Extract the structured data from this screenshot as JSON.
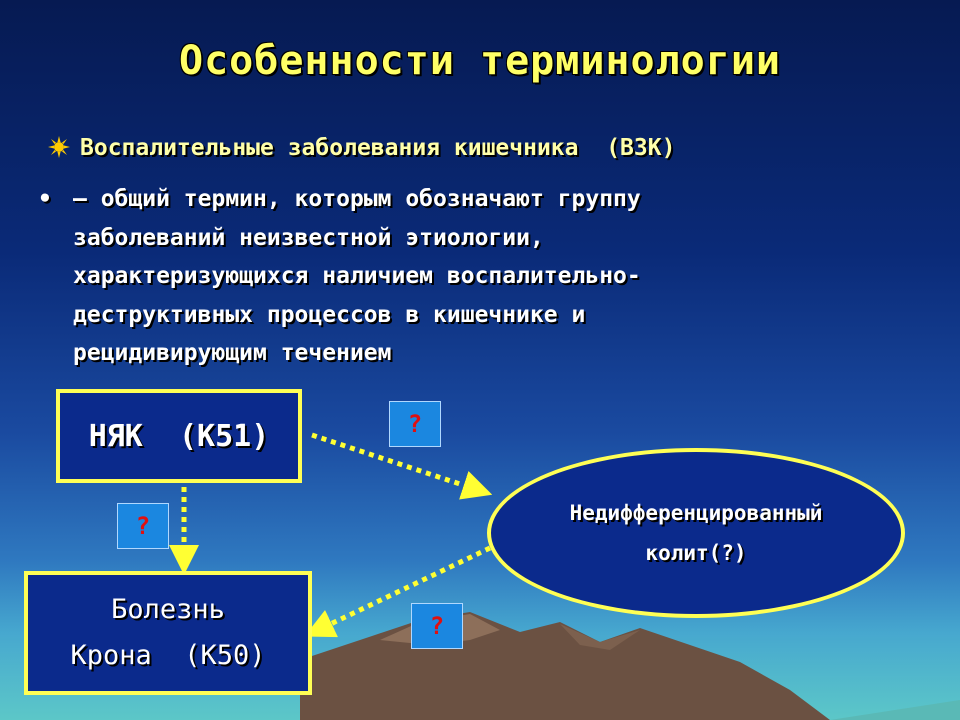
{
  "slide": {
    "title": "Особенности терминологии",
    "subheading": "Воспалительные заболевания кишечника  (ВЗК)",
    "bullet_char": "•",
    "description_lines": [
      "– общий термин, которым обозначают группу",
      "заболеваний неизвестной этиологии,",
      "характеризующихся наличием воспалительно-",
      "деструктивных процессов в кишечнике и",
      "рецидивирующим течением"
    ]
  },
  "diagram": {
    "nyak_box": "НЯК  (К51)",
    "crohn_line1": "Болезнь",
    "crohn_line2": "Крона  (К50)",
    "colitis_line1": "Недифференцированный",
    "colitis_line2": "колит(?)",
    "question_marks": [
      "?",
      "?",
      "?"
    ]
  },
  "colors": {
    "title": "#ffff66",
    "box_border": "#ffff55",
    "box_fill": "#0b2a8c",
    "question_box": "#1b87e0",
    "question_mark": "#e01010"
  },
  "icons": {
    "subheading_bullet": "sunburst-icon"
  }
}
